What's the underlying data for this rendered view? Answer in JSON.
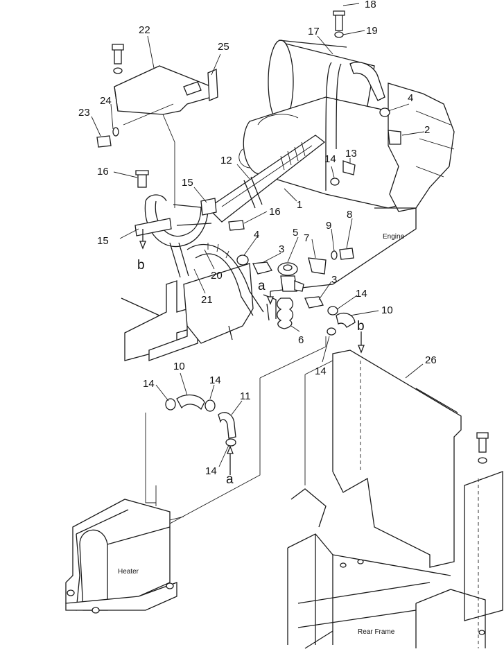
{
  "diagram": {
    "callouts": [
      "1",
      "2",
      "3",
      "3",
      "4",
      "4",
      "5",
      "6",
      "7",
      "8",
      "9",
      "10",
      "10",
      "11",
      "12",
      "13",
      "14",
      "14",
      "14",
      "14",
      "14",
      "14",
      "15",
      "15",
      "16",
      "16",
      "17",
      "18",
      "19",
      "20",
      "21",
      "22",
      "23",
      "24",
      "25",
      "26"
    ],
    "letters": [
      "a",
      "a",
      "b",
      "b"
    ],
    "labels": {
      "engine": "Engine",
      "heater": "Heater",
      "rear_frame": "Rear Frame"
    }
  }
}
